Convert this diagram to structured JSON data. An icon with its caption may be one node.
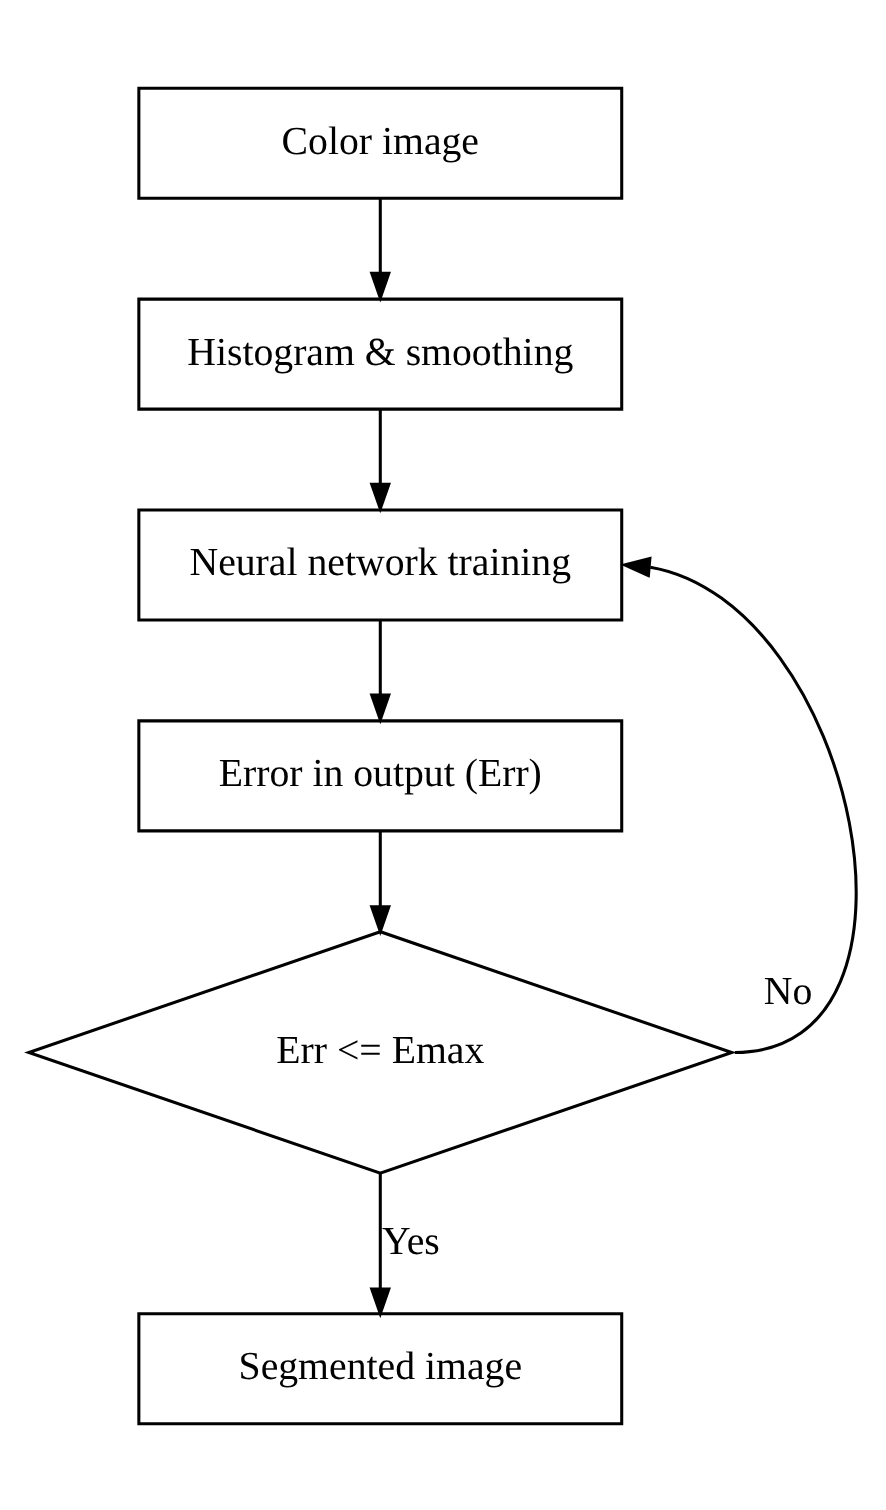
{
  "diagram": {
    "nodes": [
      {
        "text": [
          "Color image"
        ]
      },
      {
        "text": [
          "Histogram & smoothing"
        ]
      },
      {
        "text": [
          "Neural network training"
        ]
      },
      {
        "text": [
          "Error in output (Err)"
        ]
      },
      {
        "text": [
          "Err <= Emax"
        ]
      },
      {
        "text": [
          "Segmented image"
        ]
      }
    ],
    "edges": [
      {
        "from": 0,
        "to": 1,
        "arrow": "to"
      },
      {
        "from": 1,
        "to": 2,
        "arrow": "to"
      },
      {
        "from": 2,
        "to": 3,
        "arrow": "to"
      },
      {
        "from": 3,
        "to": 4,
        "arrow": "to"
      },
      {
        "from": 4,
        "to": 5,
        "arrow": "to",
        "label": "Yes"
      },
      {
        "from": 4,
        "to": 2,
        "arrow": "to",
        "label": "No"
      }
    ]
  }
}
